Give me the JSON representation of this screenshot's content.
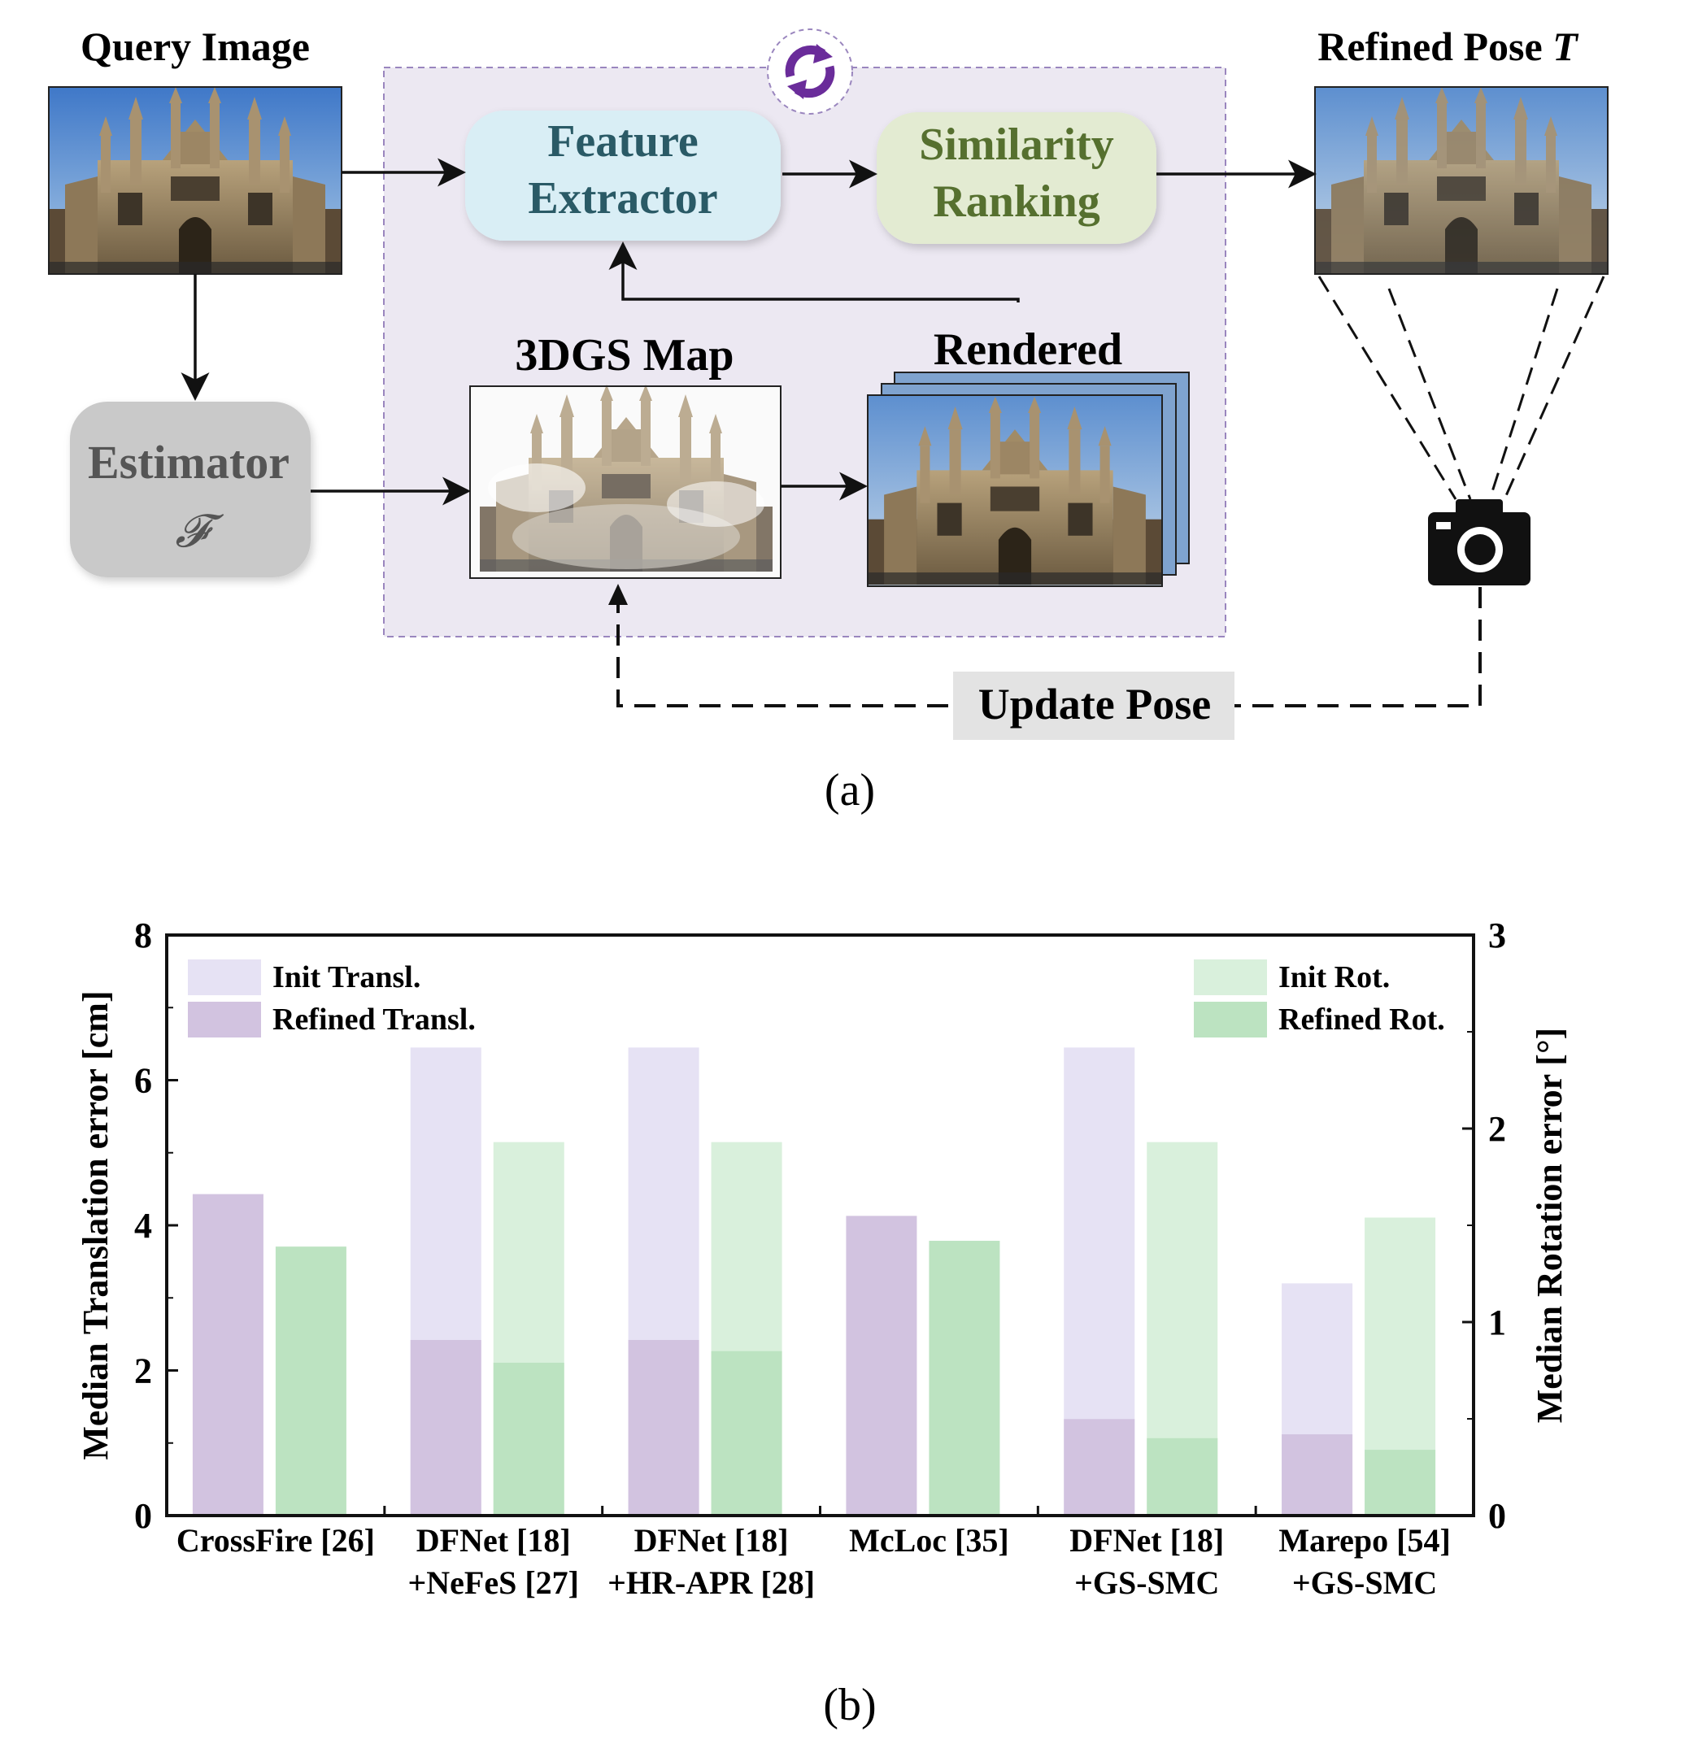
{
  "panel_a": {
    "query_image_title": "Query Image",
    "refined_pose_title": "Refined Pose",
    "refined_pose_symbol": "T",
    "feature_extractor": [
      "Feature",
      "Extractor"
    ],
    "similarity_ranking": [
      "Similarity",
      "Ranking"
    ],
    "estimator": "Estimator",
    "estimator_symbol": "𝓕",
    "map_title": "3DGS Map",
    "rendered_title": "Rendered",
    "update_pose": "Update Pose",
    "caption": "(a)",
    "loop_icon": "refresh-cycle-icon",
    "camera_icon": "camera-icon",
    "colors": {
      "module_bg": "#ece8f2",
      "module_border": "#9a86be",
      "feature_box": "#d9eef5",
      "feature_text": "#2a5a66",
      "similarity_box": "#e3ebd2",
      "similarity_text": "#56702f",
      "estimator_box": "#c9c9c9",
      "estimator_text": "#555555",
      "loop_icon": "#6a2c9a",
      "update_pose_bg": "#e3e3e3"
    }
  },
  "panel_b": {
    "caption": "(b)",
    "chart_data": {
      "type": "bar",
      "categories": [
        [
          "CrossFire [26]"
        ],
        [
          "DFNet [18]",
          "+NeFeS [27]"
        ],
        [
          "DFNet [18]",
          "+HR-APR [28]"
        ],
        [
          "McLoc [35]"
        ],
        [
          "DFNet [18]",
          "+GS-SMC"
        ],
        [
          "Marepo [54]",
          "+GS-SMC"
        ]
      ],
      "series": [
        {
          "name": "Init Transl.",
          "axis": "left",
          "color": "#e6e2f4",
          "values": [
            null,
            6.45,
            6.45,
            null,
            6.45,
            3.2
          ]
        },
        {
          "name": "Refined Transl.",
          "axis": "left",
          "color": "#d2c3e0",
          "values": [
            4.43,
            2.42,
            2.42,
            4.13,
            1.33,
            1.12
          ]
        },
        {
          "name": "Init Rot.",
          "axis": "right",
          "color": "#d9f0dc",
          "values": [
            null,
            1.93,
            1.93,
            null,
            1.93,
            1.54
          ]
        },
        {
          "name": "Refined Rot.",
          "axis": "right",
          "color": "#bce3c1",
          "values": [
            1.39,
            0.79,
            0.85,
            1.42,
            0.4,
            0.34
          ]
        }
      ],
      "ylabel": "Median Translation error [cm]",
      "y2label": "Median Rotation error [°]",
      "ylim": [
        0,
        8
      ],
      "y2lim": [
        0,
        3
      ],
      "yticks": [
        "0",
        "2",
        "4",
        "6",
        "8"
      ],
      "y2ticks": [
        "0",
        "1",
        "2",
        "3"
      ],
      "grid": false,
      "legend_left": "top-left",
      "legend_right": "top-right"
    }
  }
}
